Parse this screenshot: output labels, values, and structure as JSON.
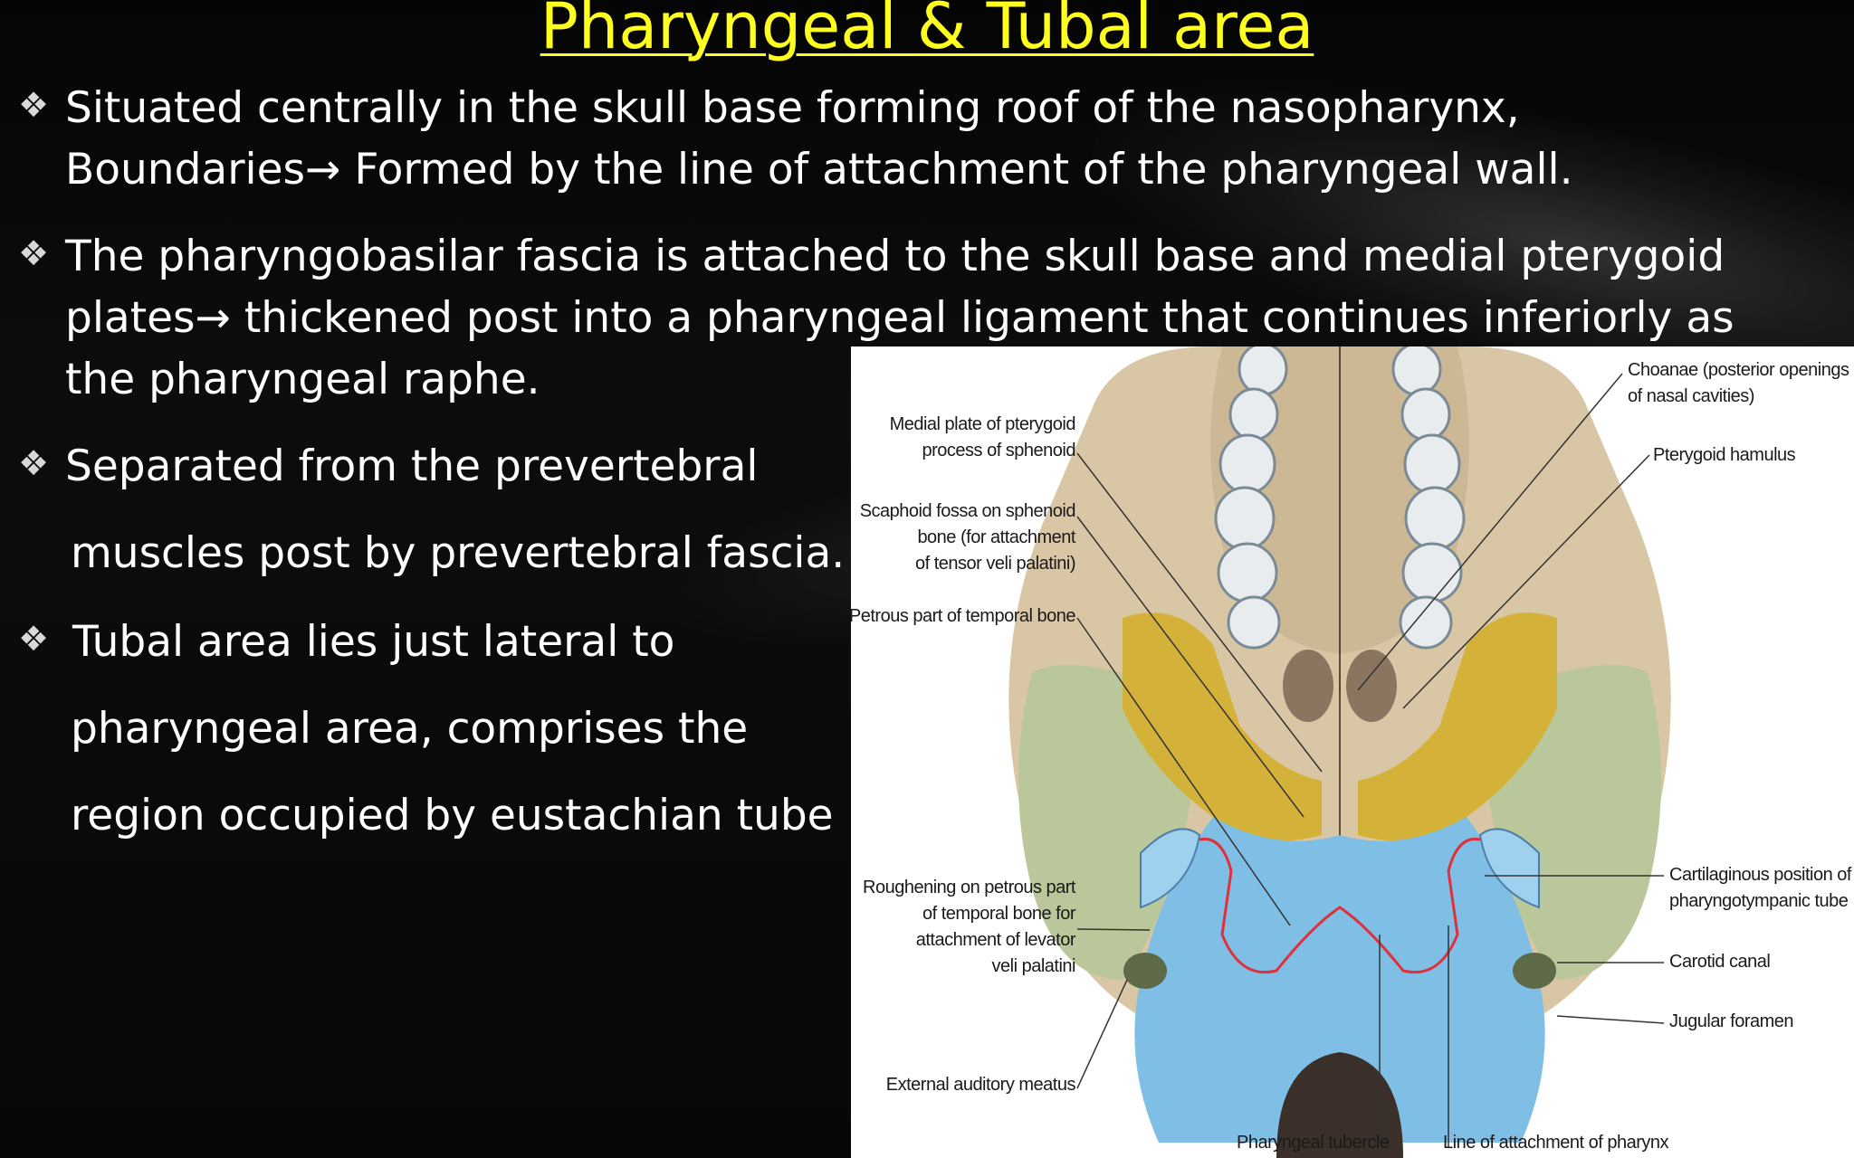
{
  "slide": {
    "title": "Pharyngeal & Tubal area",
    "bullets": [
      {
        "lines": [
          "Situated centrally in the skull base forming roof of the nasopharynx,",
          "Boundaries→ Formed by the line of attachment of the pharyngeal wall."
        ]
      },
      {
        "lines": [
          "The pharyngobasilar fascia is attached to the skull base and medial pterygoid",
          "plates→ thickened post into a pharyngeal ligament that continues inferiorly as",
          "the pharyngeal raphe."
        ]
      },
      {
        "lines": [
          "Separated from the prevertebral",
          "muscles post by prevertebral fascia."
        ]
      },
      {
        "lines": [
          "Tubal area lies just lateral to",
          "pharyngeal area, comprises the",
          "region occupied by eustachian tube"
        ]
      }
    ],
    "bullet_symbol": "❖"
  },
  "figure": {
    "labels_left": {
      "medial_plate": [
        "Medial plate of pterygoid",
        "process of sphenoid"
      ],
      "scaphoid_fossa": [
        "Scaphoid fossa on sphenoid",
        "bone (for attachment",
        "of tensor veli palatini)"
      ],
      "petrous_part": [
        "Petrous part of temporal bone"
      ],
      "roughening": [
        "Roughening on petrous part",
        "of temporal bone for",
        "attachment of levator",
        "veli palatini"
      ],
      "external_auditory": [
        "External auditory meatus"
      ]
    },
    "labels_right": {
      "choanae": [
        "Choanae (posterior openings",
        "of nasal cavities)"
      ],
      "pterygoid_hamulus": [
        "Pterygoid hamulus"
      ],
      "cartilaginous": [
        "Cartilaginous position of",
        "pharyngotympanic tube"
      ],
      "carotid_canal": [
        "Carotid canal"
      ],
      "jugular_foramen": [
        "Jugular foramen"
      ]
    },
    "labels_bottom": {
      "pharyngeal_tubercle": "Pharyngeal tubercle",
      "line_of_attachment": "Line of attachment of pharynx"
    },
    "colors": {
      "title": "#ffff1f",
      "bone": "#d9c6a4",
      "sphenoid": "#d4b23a",
      "temporal": "#b9c79a",
      "occipital_blue": "#7fbfe6",
      "attachment_line": "#e0303a"
    }
  }
}
